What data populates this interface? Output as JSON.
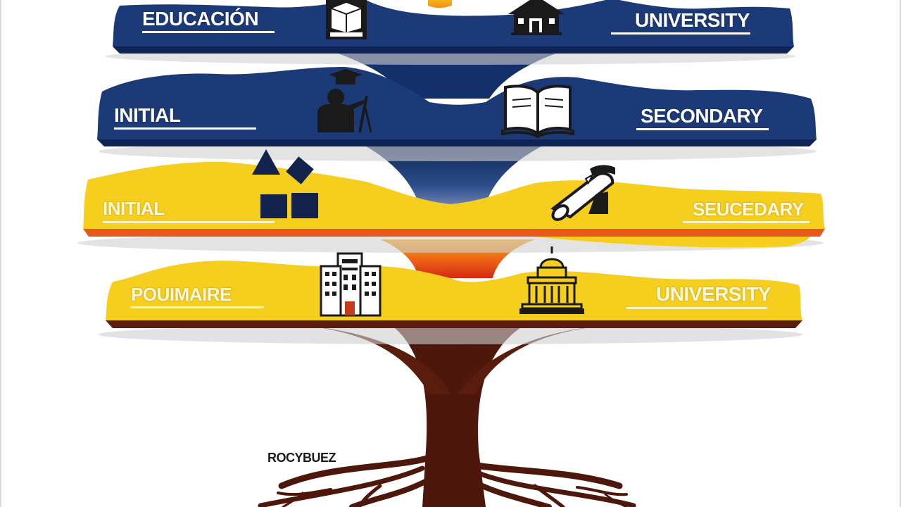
{
  "tiers": [
    {
      "left_label": "EDUCACIÓN",
      "right_label": "UNIVERSITY",
      "color": "#1c3a78"
    },
    {
      "left_label": "INITIAL",
      "right_label": "SECONDARY",
      "color": "#1c3a78"
    },
    {
      "left_label": "INITIAL",
      "right_label": "SEUCEDARY",
      "color": "#f6cf1e"
    },
    {
      "left_label": "POUIMAIRE",
      "right_label": "UNIVERSITY",
      "color": "#f6cf1e"
    }
  ],
  "author": "ROCYBUEZ",
  "icons": [
    "book-stack-icon",
    "school-house-icon",
    "teacher-icon",
    "open-book-icon",
    "shapes-icon",
    "diploma-scroll-icon",
    "school-building-icon",
    "capitol-building-icon"
  ],
  "colors": {
    "navy": "#1c3a78",
    "yellow": "#f6cf1e",
    "trunk": "#5a1c0c",
    "orange": "#e8581a"
  }
}
